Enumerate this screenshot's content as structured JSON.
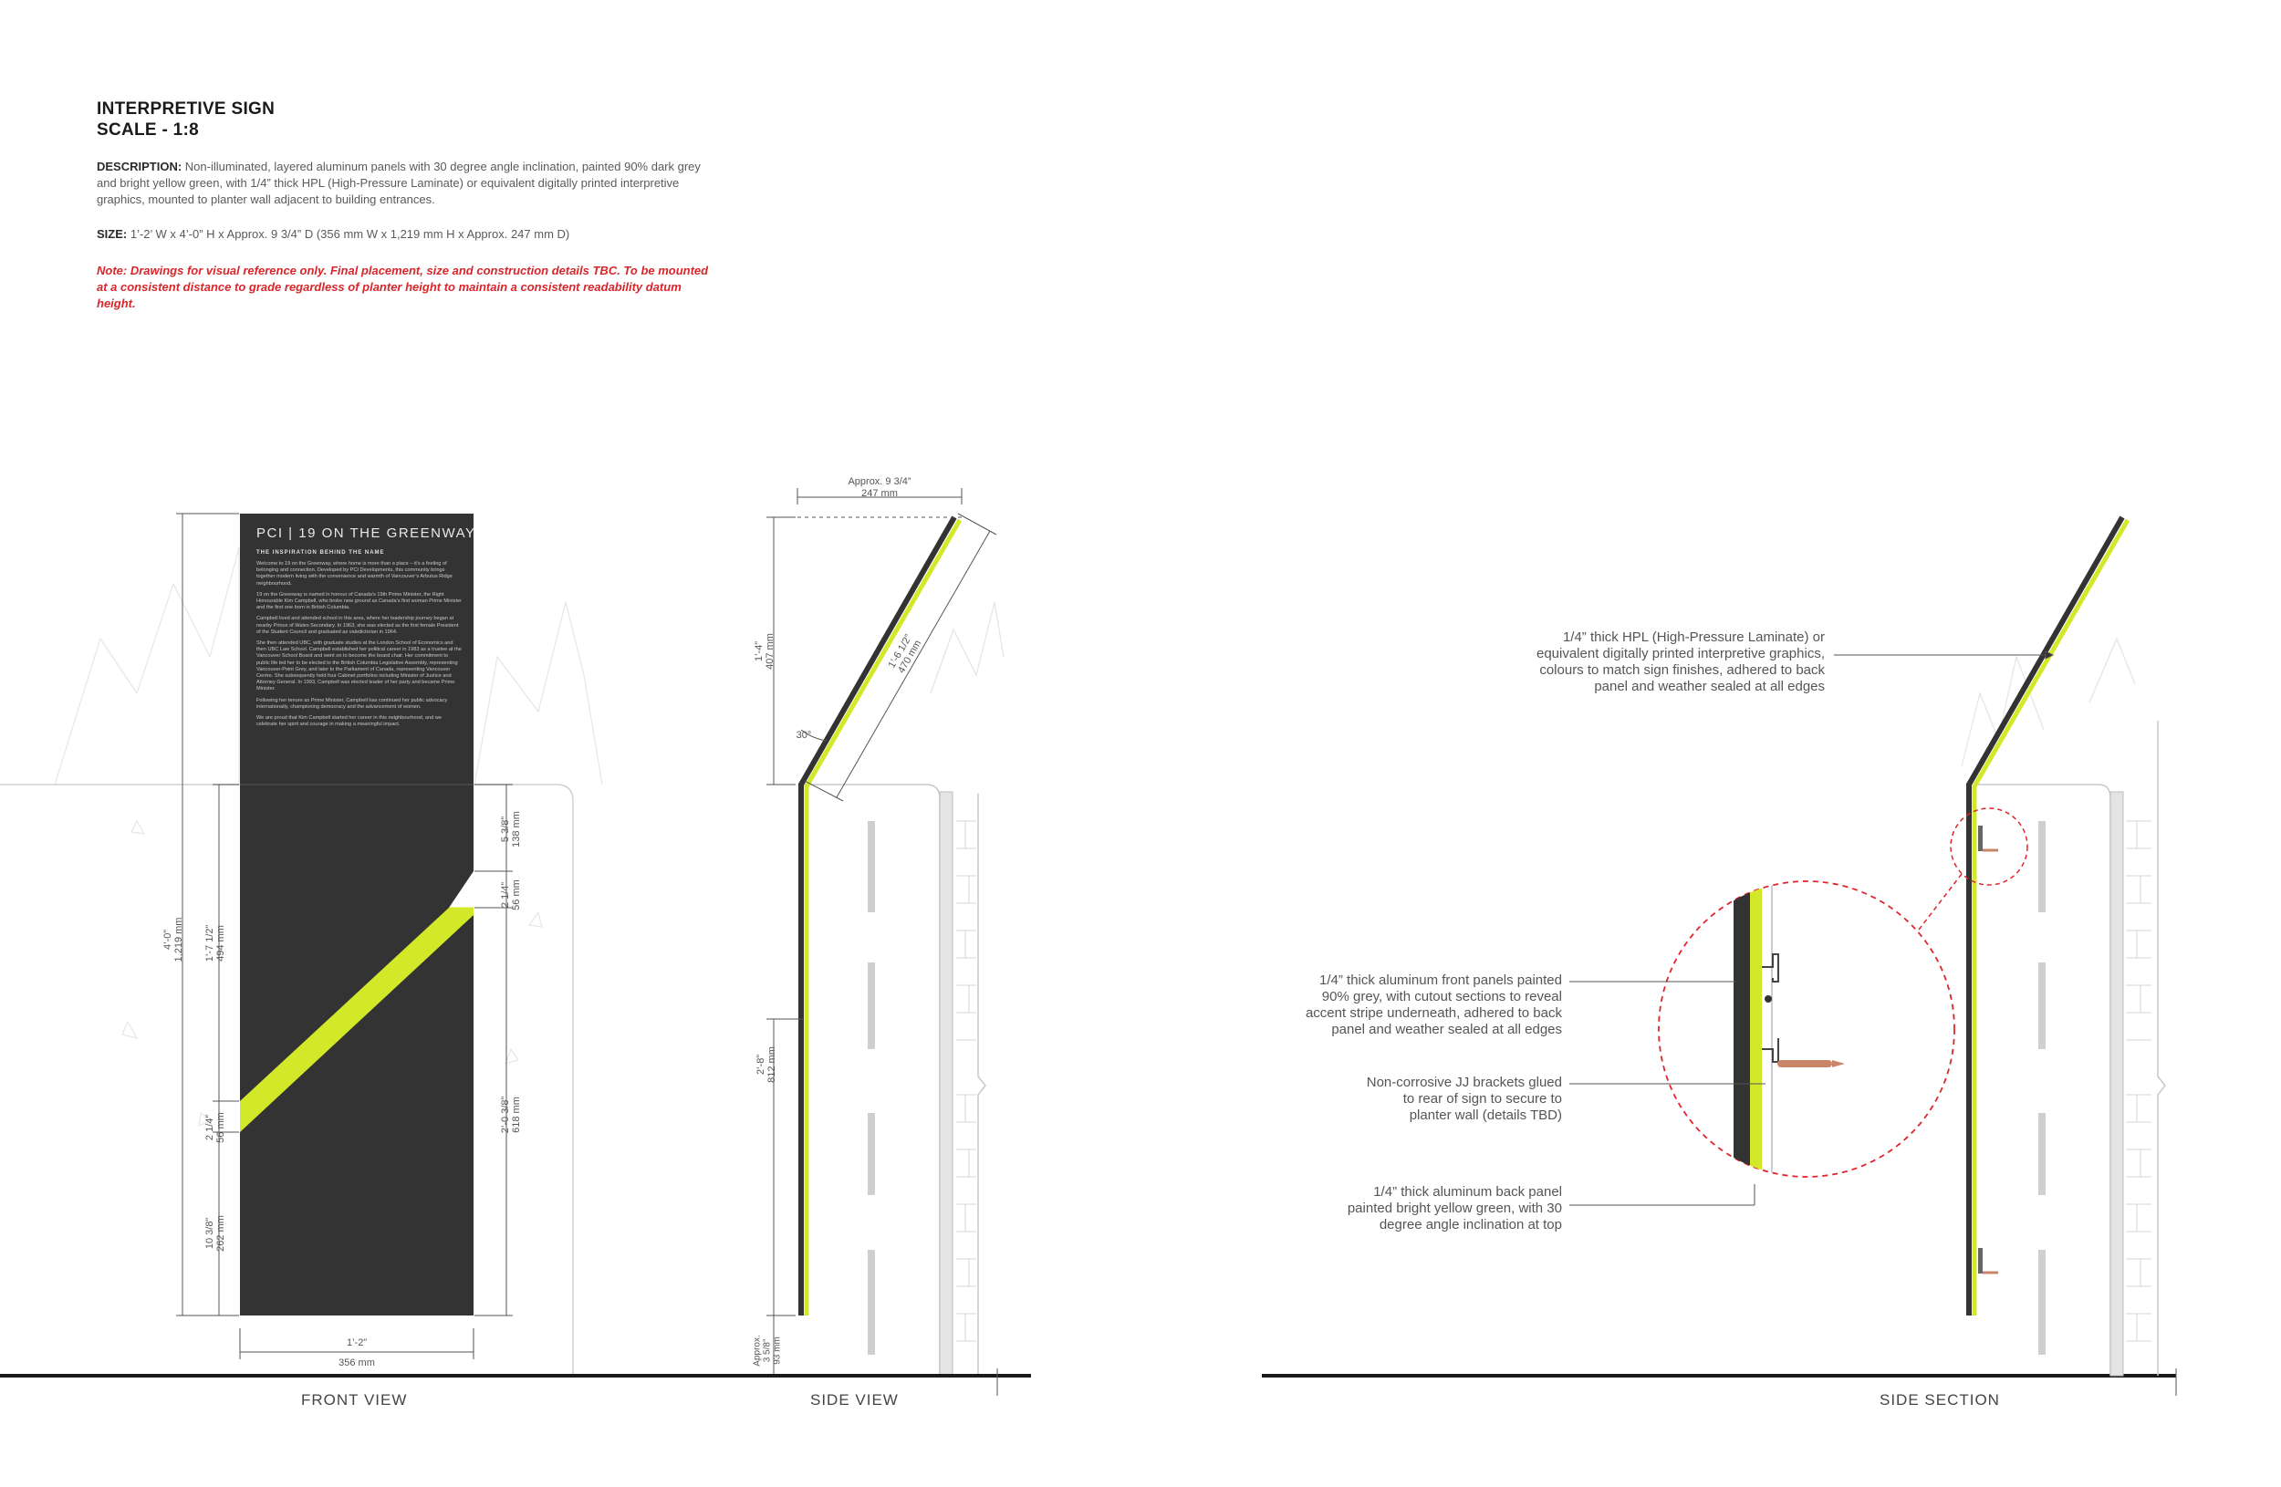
{
  "header": {
    "title_line1": "INTERPRETIVE SIGN",
    "title_line2": "SCALE - 1:8",
    "description_label": "DESCRIPTION:",
    "description_text": "Non-illuminated, layered aluminum panels with 30 degree angle inclination, painted 90% dark grey and bright yellow green, with 1/4” thick HPL (High-Pressure Laminate) or equivalent digitally printed interpretive graphics,  mounted to planter wall adjacent to building entrances.",
    "size_label": "SIZE:",
    "size_text": "1’-2’ W x 4’-0” H x Approx. 9 3/4” D (356 mm W x 1,219 mm H x Approx. 247 mm D)",
    "note": "Note: Drawings for visual reference only. Final placement, size and construction details TBC. To be mounted at a consistent distance to grade regardless of planter height to maintain a consistent readability datum height."
  },
  "sign": {
    "title": "PCI | 19 ON THE GREENWAY",
    "subtitle": "THE INSPIRATION BEHIND THE NAME",
    "paragraphs": [
      "Welcome to 19 on the Greenway, where home is more than a place – it’s a feeling of belonging and connection. Developed by PCI Developments, this community brings together modern living with the convenience and warmth of Vancouver’s Arbutus Ridge neighbourhood.",
      "19 on the Greenway is named in honour of Canada’s 19th Prime Minister, the Right Honourable Kim Campbell, who broke new ground as Canada’s first woman Prime Minister and the first one born in British Columbia.",
      "Campbell lived and attended school in this area, where her leadership journey began at nearby Prince of Wales Secondary. In 1963, she was elected as the first female President of the Student Council and graduated as valedictorian in 1964.",
      "She then attended UBC, with graduate studies at the London School of Economics and then UBC Law School. Campbell established her political career in 1983 as a trustee at the Vancouver School Board and went on to become the board chair. Her commitment to public life led her to be elected to the British Columbia Legislative Assembly, representing Vancouver-Point Grey, and later to the Parliament of Canada, representing Vancouver Centre. She subsequently held four Cabinet portfolios including Minister of Justice and Attorney General. In 1993, Campbell was elected leader of her party and became Prime Minister.",
      "Following her tenure as Prime Minister, Campbell has continued her public advocacy internationally, championing democracy and the advancement of women.",
      "We are proud that Kim Campbell started her career in this neighbourhood, and we celebrate her spirit and courage in making a meaningful impact."
    ]
  },
  "front_dims": {
    "overall_h": "4’-0”\n1,219 mm",
    "upper_h": "1’-7 1/2”\n494 mm",
    "stripe_h": "2 1/4”\n56 mm",
    "bottom_h": "10 3/8”\n262 mm",
    "r_top": "5 3/8”\n138 mm",
    "r_stripe": "2 1/4”\n56 mm",
    "r_lower": "2’-0 3/8”\n618 mm",
    "width": "1’-2”",
    "width_mm": "356 mm"
  },
  "side_dims": {
    "depth": "Approx. 9 3/4”",
    "depth_mm": "247 mm",
    "top_h": "1’-4”\n407 mm",
    "slant": "1’-6 1/2”\n470 mm",
    "angle": "30°",
    "lower_h": "2’-8”\n812 mm",
    "bottom": "Approx.\n3 5/8”\n93 mm"
  },
  "callouts": {
    "hpl": [
      "1/4” thick HPL (High-Pressure Laminate) or",
      "equivalent digitally printed interpretive graphics,",
      "colours to match sign finishes, adhered to back",
      "panel and weather sealed at all edges"
    ],
    "front_panels": [
      "1/4” thick aluminum front panels painted",
      "90% grey, with cutout sections to reveal",
      "accent stripe underneath, adhered to back",
      "panel and weather sealed at all edges"
    ],
    "brackets": [
      "Non-corrosive JJ brackets glued",
      "to rear of sign to secure to",
      "planter wall (details TBD)"
    ],
    "back_panel": [
      "1/4” thick aluminum back panel",
      "painted bright yellow green, with 30",
      "degree angle inclination at top"
    ]
  },
  "view_labels": {
    "front": "FRONT VIEW",
    "side": "SIDE VIEW",
    "section": "SIDE SECTION"
  },
  "colors": {
    "panel_grey": "#333333",
    "accent": "#d4e82a",
    "dim_line": "#555555",
    "note_red": "#d8262b",
    "detail_circle": "#e0242b",
    "bracket_copper": "#c9856a"
  }
}
